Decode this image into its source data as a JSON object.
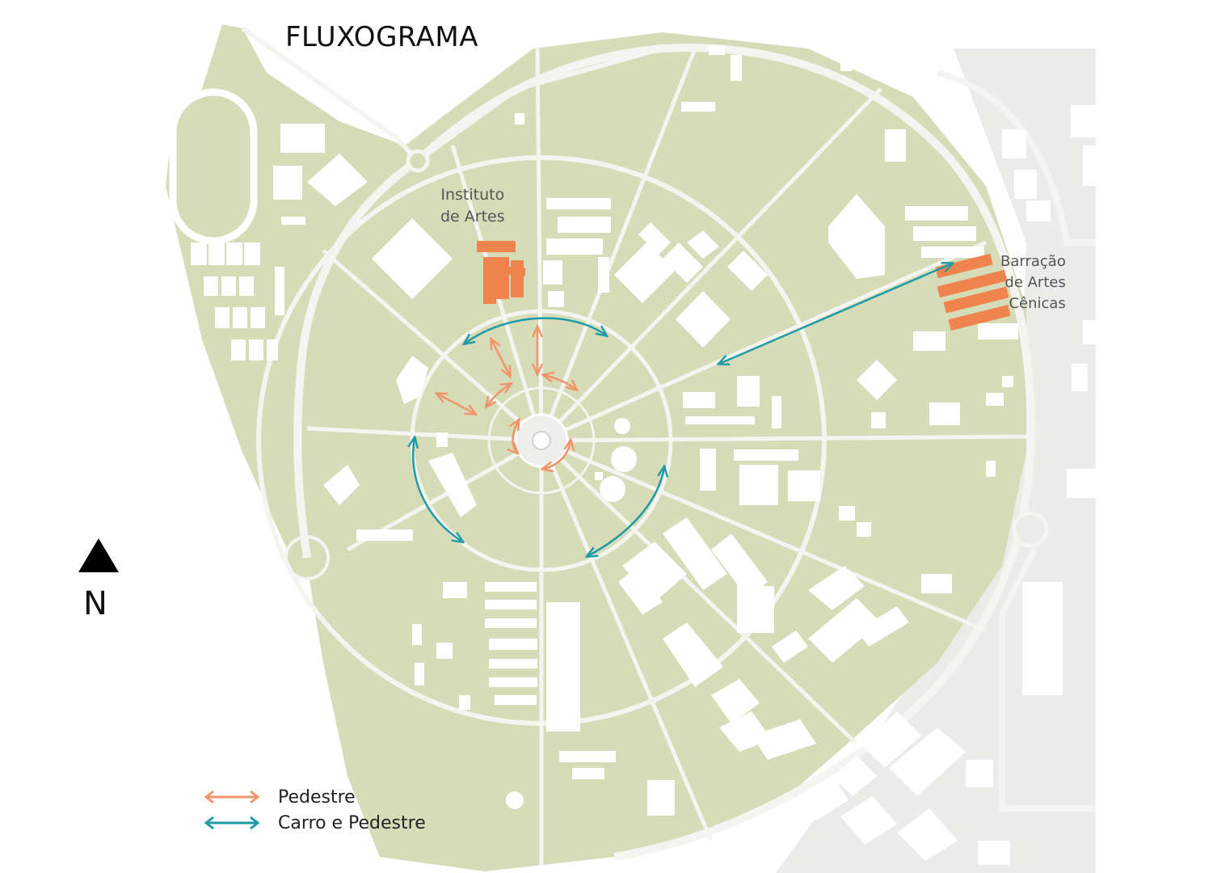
{
  "title": "FLUXOGRAMA",
  "labels": {
    "instituto": [
      "Instituto",
      "de Artes"
    ],
    "barracao": [
      "Barração",
      "de Artes",
      "Cênicas"
    ]
  },
  "north": {
    "letter": "N",
    "icon": "north-arrow-icon"
  },
  "legend": [
    {
      "label": "Pedestre",
      "color": "#f0956a",
      "icon": "double-arrow-icon"
    },
    {
      "label": "Carro e Pedestre",
      "color": "#1f9aa6",
      "icon": "double-arrow-icon"
    }
  ],
  "colors": {
    "grass": "#d6dcb8",
    "road": "#f4f4f0",
    "building": "#ffffff",
    "highlight": "#f0844e",
    "pedestrian": "#f0956a",
    "car_pedestrian": "#1f9aa6"
  }
}
